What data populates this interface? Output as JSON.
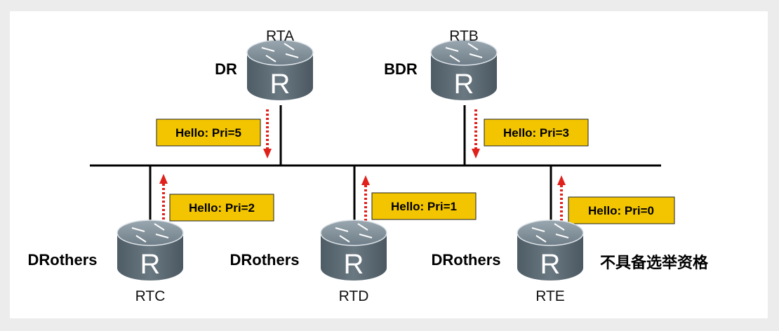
{
  "routers": [
    {
      "id": "RTA",
      "name": "RTA",
      "role": "DR",
      "hello": "Hello: Pri=5"
    },
    {
      "id": "RTB",
      "name": "RTB",
      "role": "BDR",
      "hello": "Hello: Pri=3"
    },
    {
      "id": "RTC",
      "name": "RTC",
      "role": "DRothers",
      "hello": "Hello: Pri=2"
    },
    {
      "id": "RTD",
      "name": "RTD",
      "role": "DRothers",
      "hello": "Hello: Pri=1"
    },
    {
      "id": "RTE",
      "name": "RTE",
      "role": "DRothers",
      "hello": "Hello: Pri=0",
      "note": "不具备选举资格"
    }
  ],
  "router_glyph": "R",
  "colors": {
    "router_body": "#5d6c75",
    "router_top": "#8a98a2",
    "hello_box": "#f2c500",
    "arrow": "#e0201b",
    "line": "#000000"
  }
}
